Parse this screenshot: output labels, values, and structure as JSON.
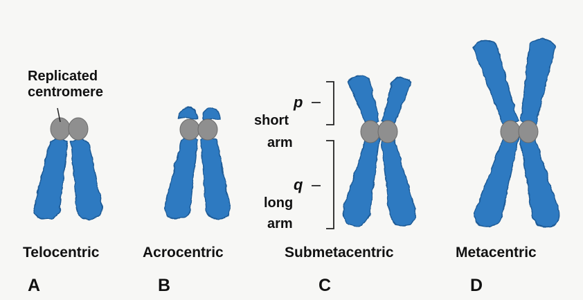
{
  "colors": {
    "background": "#f7f7f5",
    "chromatid": "#2f7ac1",
    "chromatid_outline": "#1c5a96",
    "centromere": "#8f8f8f",
    "centromere_outline": "#6a6a6a",
    "text": "#111111"
  },
  "callout": {
    "label": "Replicated centromere"
  },
  "arm_annotation": {
    "p_symbol": "p",
    "p_label_1": "short",
    "p_label_2": "arm",
    "q_symbol": "q",
    "q_label_1": "long",
    "q_label_2": "arm"
  },
  "chromosomes": [
    {
      "type_label": "Telocentric",
      "letter": "A"
    },
    {
      "type_label": "Acrocentric",
      "letter": "B"
    },
    {
      "type_label": "Submetacentric",
      "letter": "C"
    },
    {
      "type_label": "Metacentric",
      "letter": "D"
    }
  ]
}
